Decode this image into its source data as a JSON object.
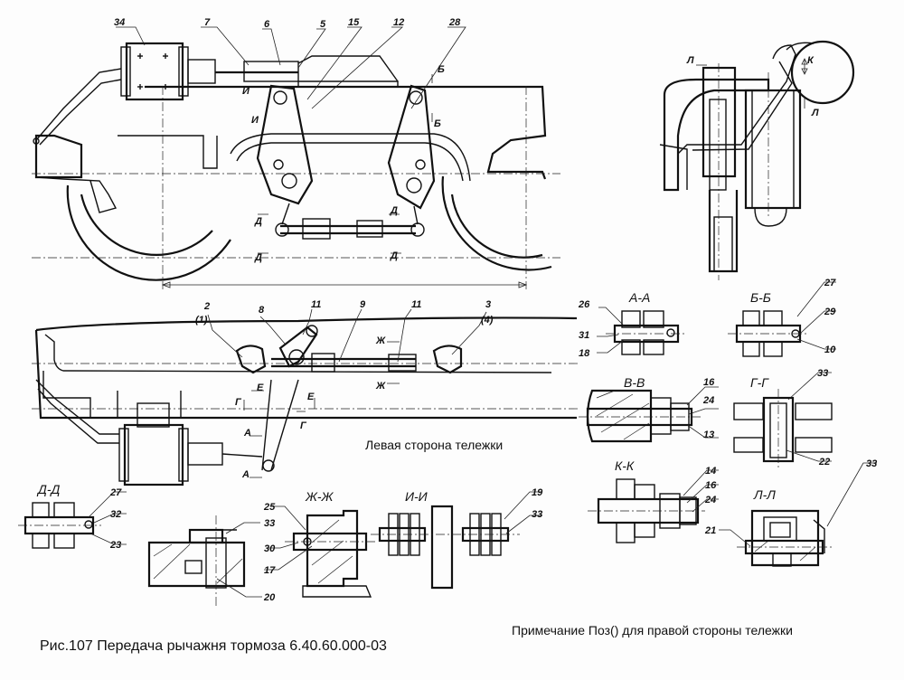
{
  "callouts": {
    "n34": "34",
    "n7": "7",
    "n6": "6",
    "n5": "5",
    "n15": "15",
    "n12": "12",
    "n28": "28",
    "n2": "2",
    "n2s": "(1)",
    "n8": "8",
    "n11a": "11",
    "n9": "9",
    "n11b": "11",
    "n3": "3",
    "n3s": "(4)",
    "n26": "26",
    "n31": "31",
    "n18": "18",
    "n27a": "27",
    "n29": "29",
    "n10": "10",
    "n16a": "16",
    "n24a": "24",
    "n13": "13",
    "n33a": "33",
    "n22": "22",
    "n14": "14",
    "n16b": "16",
    "n24b": "24",
    "n21": "21",
    "n33b": "33",
    "n27b": "27",
    "n32": "32",
    "n23": "23",
    "n25": "25",
    "n33c": "33",
    "n30": "30",
    "n17": "17",
    "n20": "20",
    "n19": "19",
    "n33d": "33"
  },
  "section_marks": {
    "b": "Б",
    "b2": "Б",
    "i1": "И",
    "i2": "И",
    "d1": "Д",
    "d2": "Д",
    "d3": "Д",
    "d4": "Д",
    "zh1": "Ж",
    "zh2": "Ж",
    "e1": "Е",
    "e2": "Е",
    "g1": "Г",
    "g2": "Г",
    "a1": "А",
    "a2": "А",
    "l1": "Л",
    "l2": "Л",
    "k": "К"
  },
  "sections": {
    "aa": "А-А",
    "bb": "Б-Б",
    "vv": "В-В",
    "gg": "Г-Г",
    "dd": "Д-Д",
    "zhzh": "Ж-Ж",
    "ii": "И-И",
    "kk": "К-К",
    "ll": "Л-Л"
  },
  "left_side_label": "Левая сторона тележки",
  "note": "Примечание Поз() для правой стороны тележки",
  "caption": "Рис.107 Передача рычажня тормоза 6.40.60.000-03"
}
